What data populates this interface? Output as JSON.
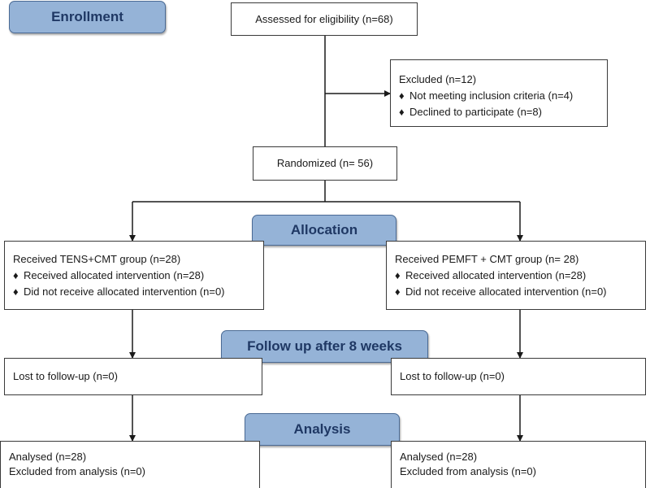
{
  "stages": {
    "enrollment": "Enrollment",
    "allocation": "Allocation",
    "follow_up": "Follow up after 8 weeks",
    "analysis": "Analysis"
  },
  "assessed": "Assessed for eligibility (n=68)",
  "excluded": {
    "title": "Excluded (n=12)",
    "items": [
      "Not meeting inclusion criteria (n=4)",
      "Declined to participate (n=8)"
    ]
  },
  "randomized": "Randomized (n= 56)",
  "bullet_symbol": "♦",
  "left_arm": {
    "allocation_title": "Received TENS+CMT group (n=28)",
    "received": "Received allocated intervention (n=28)",
    "not_received": "Did not receive allocated intervention (n=0)",
    "lost": "Lost to follow-up (n=0)",
    "analysed": "Analysed (n=28)",
    "excluded_analysis": "Excluded from analysis (n=0)"
  },
  "right_arm": {
    "allocation_title": "Received PEMFT + CMT group (n= 28)",
    "received": "Received allocated intervention (n=28)",
    "not_received": "Did not receive allocated intervention (n=0)",
    "lost": "Lost to follow-up (n=0)",
    "analysed": "Analysed (n=28)",
    "excluded_analysis": "Excluded from analysis (n=0)"
  }
}
